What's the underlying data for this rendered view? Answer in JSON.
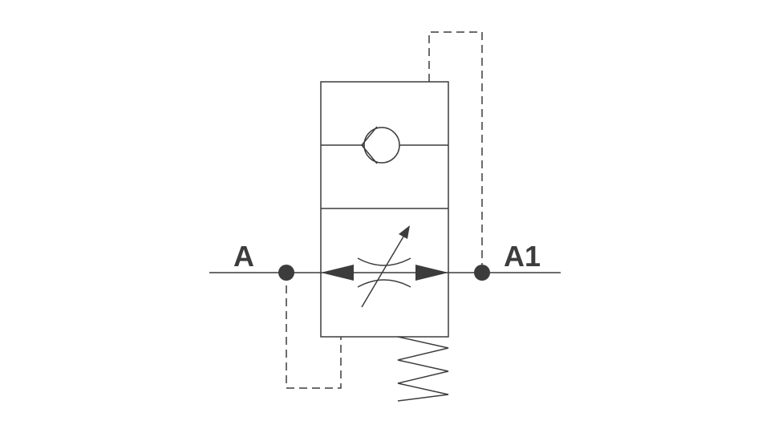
{
  "ports": {
    "left_label": "A",
    "right_label": "A1"
  },
  "colors": {
    "line": "#3c3c3c",
    "fill": "#3c3c3c",
    "background": "#ffffff"
  },
  "symbols": {
    "upper_section": "check-valve-icon",
    "lower_section": "adjustable-throttle-icon",
    "actuator": "spring-icon",
    "flow_arrows": "bidirectional-flow-arrows"
  }
}
